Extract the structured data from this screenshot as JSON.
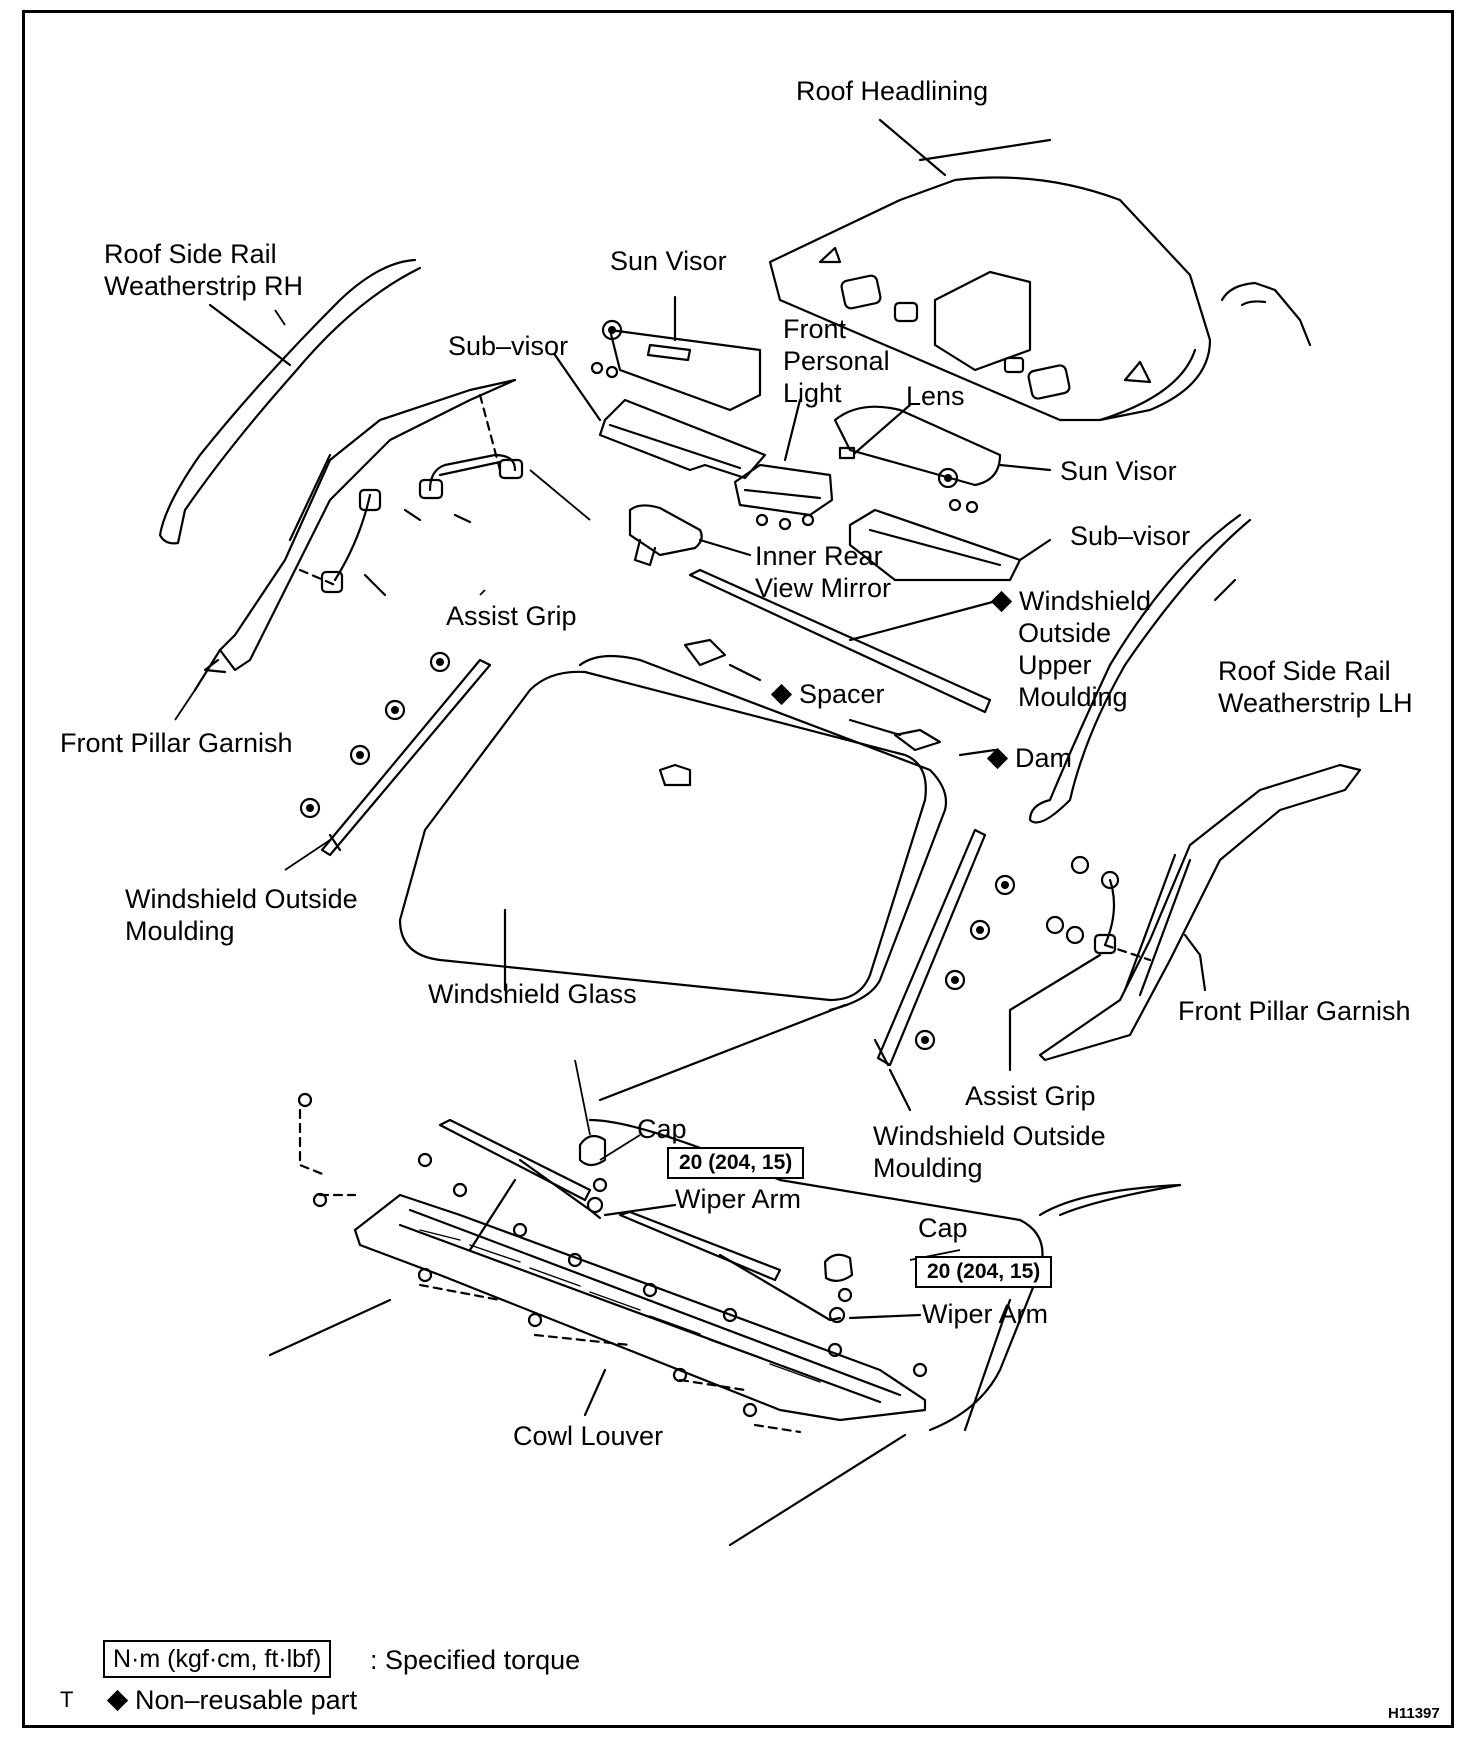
{
  "labels": {
    "roof_headlining": "Roof Headlining",
    "roof_side_rail_rh_1": "Roof Side Rail",
    "roof_side_rail_rh_2": "Weatherstrip RH",
    "sun_visor_top": "Sun Visor",
    "sub_visor_left": "Sub–visor",
    "front_personal_light_1": "Front",
    "front_personal_light_2": "Personal",
    "front_personal_light_3": "Light",
    "lens": "Lens",
    "sun_visor_right": "Sun Visor",
    "sub_visor_right": "Sub–visor",
    "inner_rear_view_mirror_1": "Inner Rear",
    "inner_rear_view_mirror_2": "View Mirror",
    "assist_grip_left": "Assist Grip",
    "windshield_outside_upper_1": "Windshield",
    "windshield_outside_upper_2": "Outside",
    "windshield_outside_upper_3": "Upper",
    "windshield_outside_upper_4": "Moulding",
    "roof_side_rail_lh_1": "Roof Side Rail",
    "roof_side_rail_lh_2": "Weatherstrip LH",
    "spacer": "Spacer",
    "front_pillar_garnish_left": "Front Pillar Garnish",
    "dam": "Dam",
    "windshield_outside_left_1": "Windshield Outside",
    "windshield_outside_left_2": "Moulding",
    "windshield_glass": "Windshield Glass",
    "front_pillar_garnish_right": "Front Pillar Garnish",
    "assist_grip_right": "Assist Grip",
    "windshield_outside_right_1": "Windshield Outside",
    "windshield_outside_right_2": "Moulding",
    "cap_left": "Cap",
    "wiper_arm_left": "Wiper Arm",
    "cap_right": "Cap",
    "wiper_arm_right": "Wiper Arm",
    "cowl_louver": "Cowl Louver"
  },
  "torque": {
    "left": "20 (204, 15)",
    "right": "20 (204, 15)"
  },
  "legend": {
    "torque_unit": "N·m (kgf·cm, ft·lbf)",
    "torque_desc": ": Specified torque",
    "nonreusable": "Non–reusable part",
    "side_mark": "T"
  },
  "figure_code": "H11397"
}
